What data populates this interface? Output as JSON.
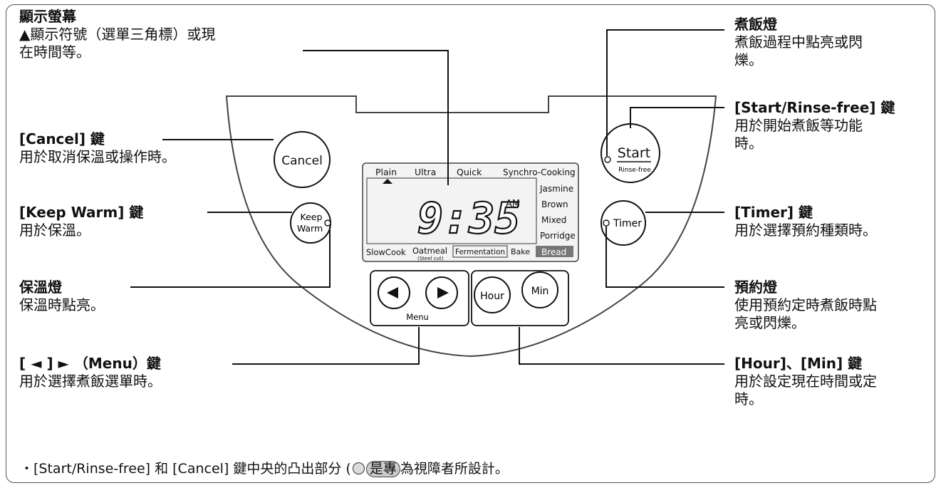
{
  "callouts": {
    "display": {
      "title": "顯示螢幕",
      "desc": [
        "▲顯示符號（選單三角標）或現",
        "在時間等。"
      ]
    },
    "cancel": {
      "title": "[Cancel] 鍵",
      "desc": [
        "用於取消保溫或操作時。"
      ]
    },
    "keep_warm": {
      "title": "[Keep Warm] 鍵",
      "desc": [
        "用於保溫。"
      ]
    },
    "warm_lamp": {
      "title": "保溫燈",
      "desc": [
        "保溫時點亮。"
      ]
    },
    "menu": {
      "title": "[ ◄ ] ► （Menu）鍵",
      "desc": [
        "用於選擇煮飯選單時。"
      ]
    },
    "cook_lamp": {
      "title": "煮飯燈",
      "desc": [
        "煮飯過程中點亮或閃",
        "爍。"
      ]
    },
    "start": {
      "title": "[Start/Rinse-free] 鍵",
      "desc": [
        "用於開始煮飯等功能",
        "時。"
      ]
    },
    "timer": {
      "title": "[Timer] 鍵",
      "desc": [
        "用於選擇預約種類時。"
      ]
    },
    "timer_lamp": {
      "title": "預約燈",
      "desc": [
        "使用預約定時煮飯時點",
        "亮或閃爍。"
      ]
    },
    "hour_min": {
      "title": "[Hour]、[Min] 鍵",
      "desc": [
        "用於設定現在時間或定",
        "時。"
      ]
    }
  },
  "footnote": {
    "before": "・[Start/Rinse-free] 和 [Cancel] 鍵中央的凸出部分 (",
    "highlight": "是專",
    "after": "為視障者所設計。"
  },
  "panel": {
    "buttons": {
      "cancel": "Cancel",
      "keep_warm_1": "Keep",
      "keep_warm_2": "Warm",
      "start": "Start",
      "start_sub": "Rinse-free",
      "timer": "Timer",
      "hour": "Hour",
      "min": "Min",
      "menu_group": "Menu"
    },
    "display": {
      "time": "9:35",
      "ampm": "AM",
      "top_modes": [
        "Plain",
        "Ultra",
        "Quick",
        "Synchro-Cooking"
      ],
      "right_modes": [
        "Jasmine",
        "Brown",
        "Mixed",
        "Porridge"
      ],
      "bottom_modes": [
        "SlowCook",
        "Oatmeal",
        "Fermentation",
        "Bake",
        "Bread"
      ],
      "oatmeal_sub": "(Steel cut)"
    }
  }
}
